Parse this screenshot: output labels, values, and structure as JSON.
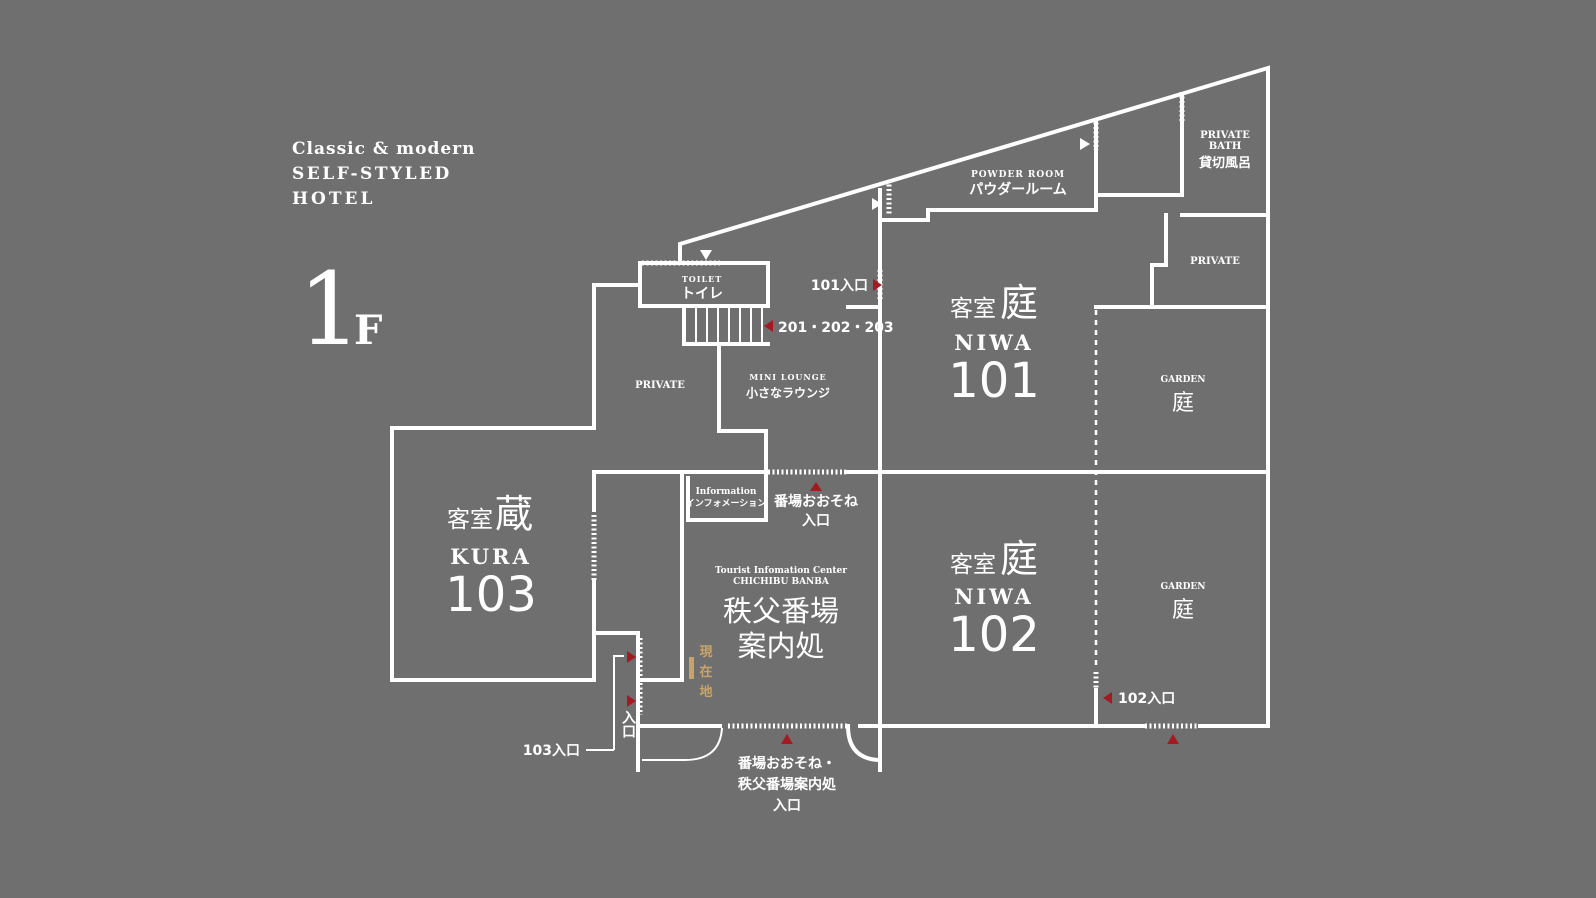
{
  "header": {
    "tagline_1": "Classic & modern",
    "tagline_2": "SELF-STYLED",
    "tagline_3": "HOTEL",
    "floor_number": "1",
    "floor_letter": "F"
  },
  "rooms": {
    "kura": {
      "label_jp": "客室",
      "name_kanji": "蔵",
      "name_en": "KURA",
      "number": "103"
    },
    "niwa101": {
      "label_jp": "客室",
      "name_kanji": "庭",
      "name_en": "NIWA",
      "number": "101"
    },
    "niwa102": {
      "label_jp": "客室",
      "name_kanji": "庭",
      "name_en": "NIWA",
      "number": "102"
    }
  },
  "spaces": {
    "private_bath_en_1": "PRIVATE",
    "private_bath_en_2": "BATH",
    "private_bath_jp": "貸切風呂",
    "powder_en": "POWDER ROOM",
    "powder_jp": "パウダールーム",
    "private_right": "PRIVATE",
    "private_left": "PRIVATE",
    "toilet_en": "TOILET",
    "toilet_jp": "トイレ",
    "lounge_en": "MINI LOUNGE",
    "lounge_jp": "小さなラウンジ",
    "garden1_en": "GARDEN",
    "garden1_jp": "庭",
    "garden2_en": "GARDEN",
    "garden2_jp": "庭",
    "info_en": "Information",
    "info_jp": "インフォメーション",
    "tic_en_1": "Tourist Infomation Center",
    "tic_en_2": "CHICHIBU BANBA",
    "tic_jp_1": "秩父番場",
    "tic_jp_2": "案内処"
  },
  "entrances": {
    "e101": "101入口",
    "e201": "201・202・203",
    "e102": "102入口",
    "e103": "103入口",
    "iriguchi": "入口",
    "banba_inner_1": "番場おおそね",
    "banba_inner_2": "入口",
    "main_1": "番場おおそね・",
    "main_2": "秩父番場案内処",
    "main_3": "入口"
  },
  "you_are_here": {
    "c1": "現",
    "c2": "在",
    "c3": "地",
    "color": "#c8a46a"
  },
  "colors": {
    "background": "#706f70",
    "walls": "#ffffff",
    "arrow_red": "#a31a22",
    "arrow_white": "#ffffff"
  }
}
